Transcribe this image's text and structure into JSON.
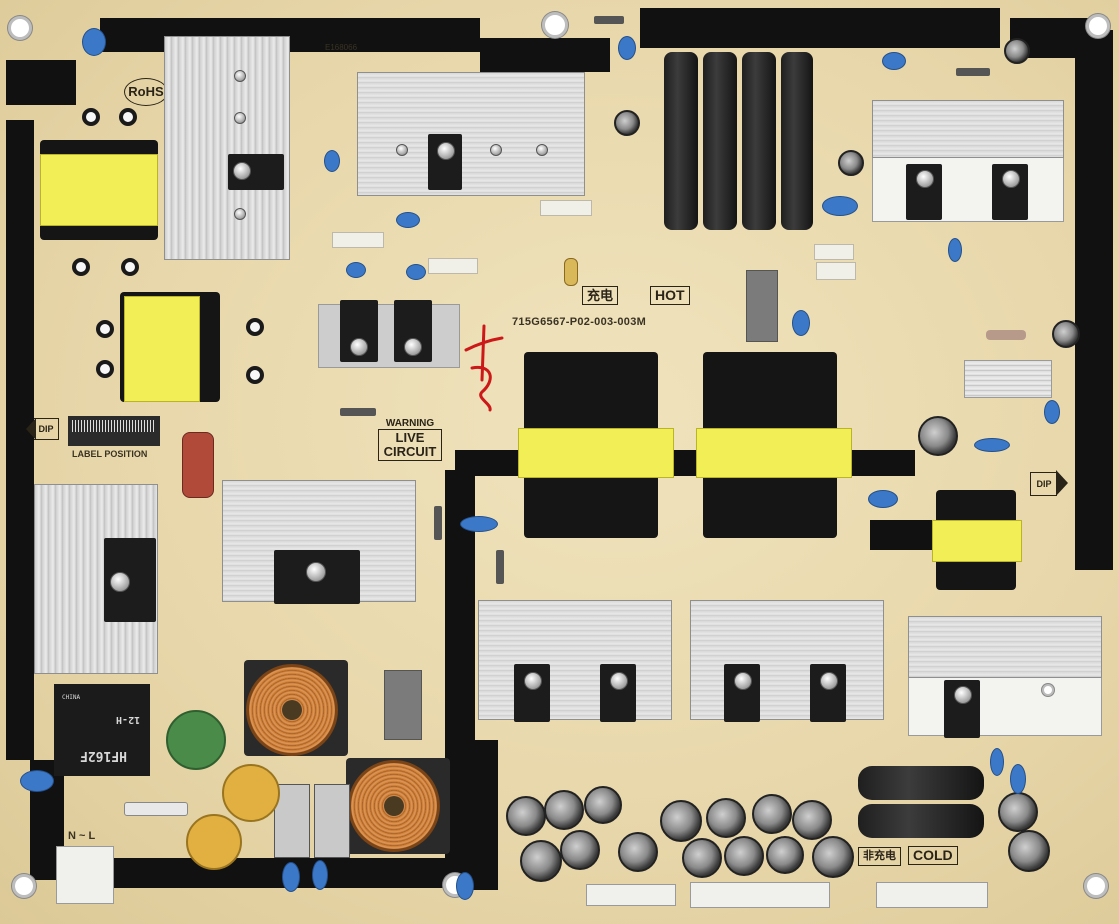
{
  "board": {
    "part_number": "715G6567-P02-003-003M",
    "markings": {
      "rohs": "RoHS",
      "hot_cn": "充电",
      "hot": "HOT",
      "cold_cn": "非充电",
      "cold": "COLD",
      "warning_title": "WARNING",
      "warning_line1": "LIVE",
      "warning_line2": "CIRCUIT",
      "dip_left": "DIP",
      "dip_right": "DIP",
      "label_position": "LABEL POSITION",
      "input_terminal": "N ~ L",
      "ul_code": "E168066"
    },
    "relay": {
      "brand_line": "CHINA",
      "model": "HF162F",
      "voltage": "12-H"
    },
    "colors": {
      "pcb": "#e9dcb2",
      "trace": "#111111",
      "transformer_label": "#f1ef55",
      "heatsink": "#d6d6d6",
      "copper": "#c9782c",
      "ceramic_cap": "#3c78c8"
    }
  }
}
